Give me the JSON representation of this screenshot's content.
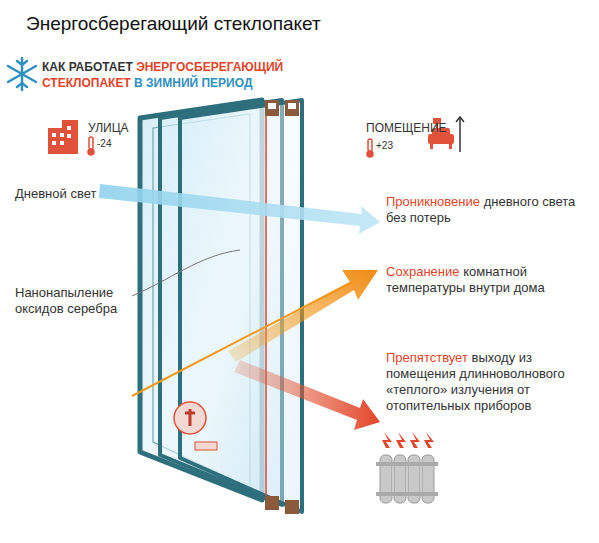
{
  "diagram": {
    "title": "Энергосберегающий стеклопакет",
    "labels": [
      "КАК РАБОТАЕТ",
      "ЭНЕРГОСБЕРЕГАЮЩИЙ",
      "СТЕКЛОПАКЕТ",
      "В ЗИМНИЙ ПЕРИОД",
      "УЛИЦА",
      "-24",
      "ПОМЕЩЕНИЕ",
      "+23",
      "Дневной свет",
      "Нанонапыление оксидов серебра",
      "Проникновение",
      "дневного света без потерь",
      "Сохранение",
      "комнатной температуры внутри дома",
      "Препятствует",
      "выходу из помещения длинноволнового «теплого» излучения от отопительных приборов"
    ]
  }
}
